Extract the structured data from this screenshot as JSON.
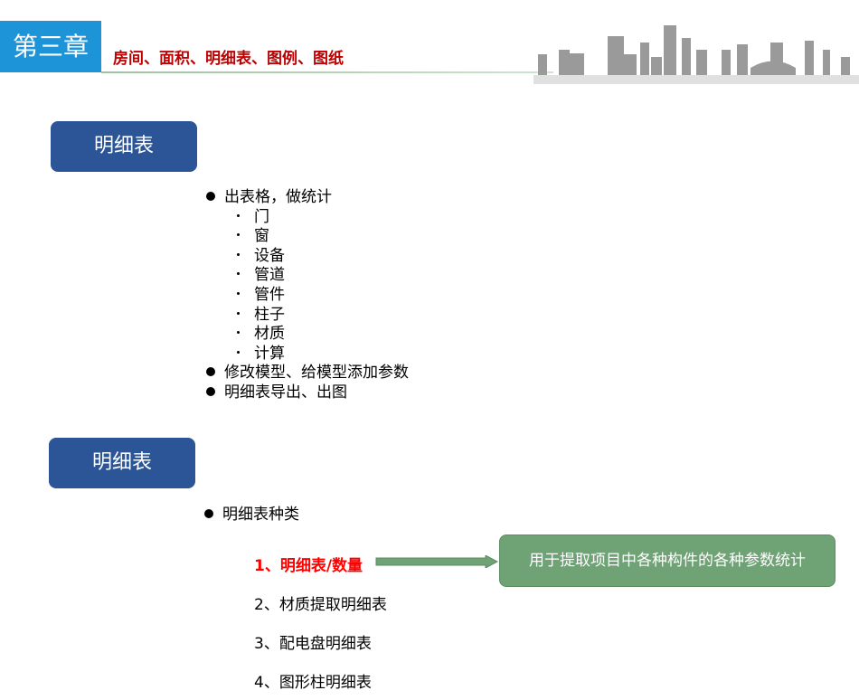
{
  "header": {
    "chapter": "第三章",
    "title": "房间、面积、明细表、图例、图纸"
  },
  "section1": {
    "label": "明细表",
    "items": [
      {
        "text": "出表格，做统计",
        "sub": [
          "门",
          "窗",
          "设备",
          "管道",
          "管件",
          "柱子",
          "材质",
          "计算"
        ]
      },
      {
        "text": "修改模型、给模型添加参数"
      },
      {
        "text": "明细表导出、出图"
      }
    ]
  },
  "section2": {
    "label": "明细表",
    "bullet": "明细表种类",
    "types": [
      "1、明细表/数量",
      "2、材质提取明细表",
      "3、配电盘明细表",
      "4、图形柱明细表"
    ],
    "note": "用于提取项目中各种构件的各种参数统计"
  },
  "colors": {
    "accent": "#1d93d8",
    "box": "#2b5597",
    "highlight": "#ff0000",
    "note": "#6fa275"
  }
}
